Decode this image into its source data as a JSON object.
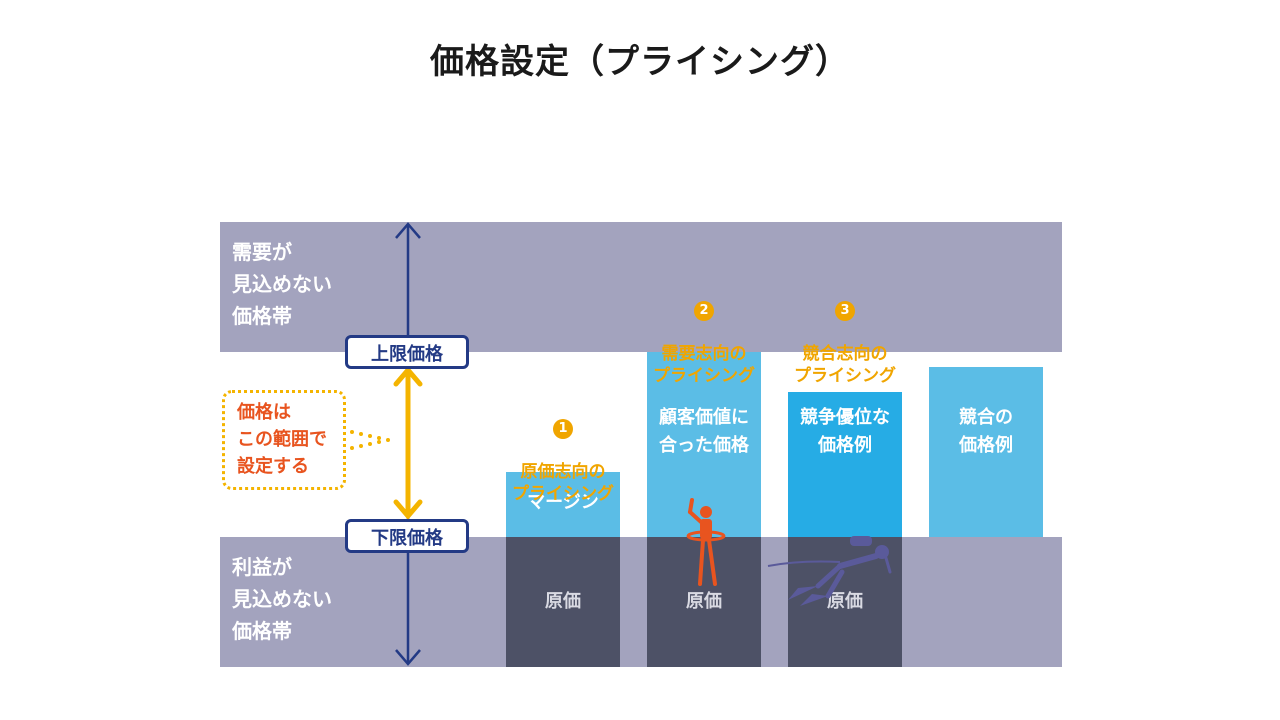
{
  "title": "価格設定（プライシング）",
  "bands": {
    "top_label": "需要が\n見込めない\n価格帯",
    "bottom_label": "利益が\n見込めない\n価格帯"
  },
  "limits": {
    "upper": "上限価格",
    "lower": "下限価格"
  },
  "callout": "価格は\nこの範囲で\n設定する",
  "strategies": [
    {
      "number": "1",
      "label": "原価志向の\nプライシング"
    },
    {
      "number": "2",
      "label": "需要志向の\nプライシング"
    },
    {
      "number": "3",
      "label": "競合志向の\nプライシング"
    }
  ],
  "columns": {
    "col1_top": "マージン",
    "col1_bottom": "原価",
    "col2_top": "顧客価値に\n合った価格",
    "col2_bottom": "原価",
    "col3_top": "競争優位な\n価格例",
    "col3_bottom": "原価",
    "col4_top": "競合の\n価格例"
  },
  "colors": {
    "band": "#a3a3be",
    "dark": "#4d5166",
    "light_blue": "#5bbde6",
    "mid_blue": "#26ace5",
    "navy": "#233a85",
    "yellow": "#f4b400",
    "orange": "#e8541f",
    "figure_orange": "#e8541f",
    "diver": "#5a5a9a"
  }
}
